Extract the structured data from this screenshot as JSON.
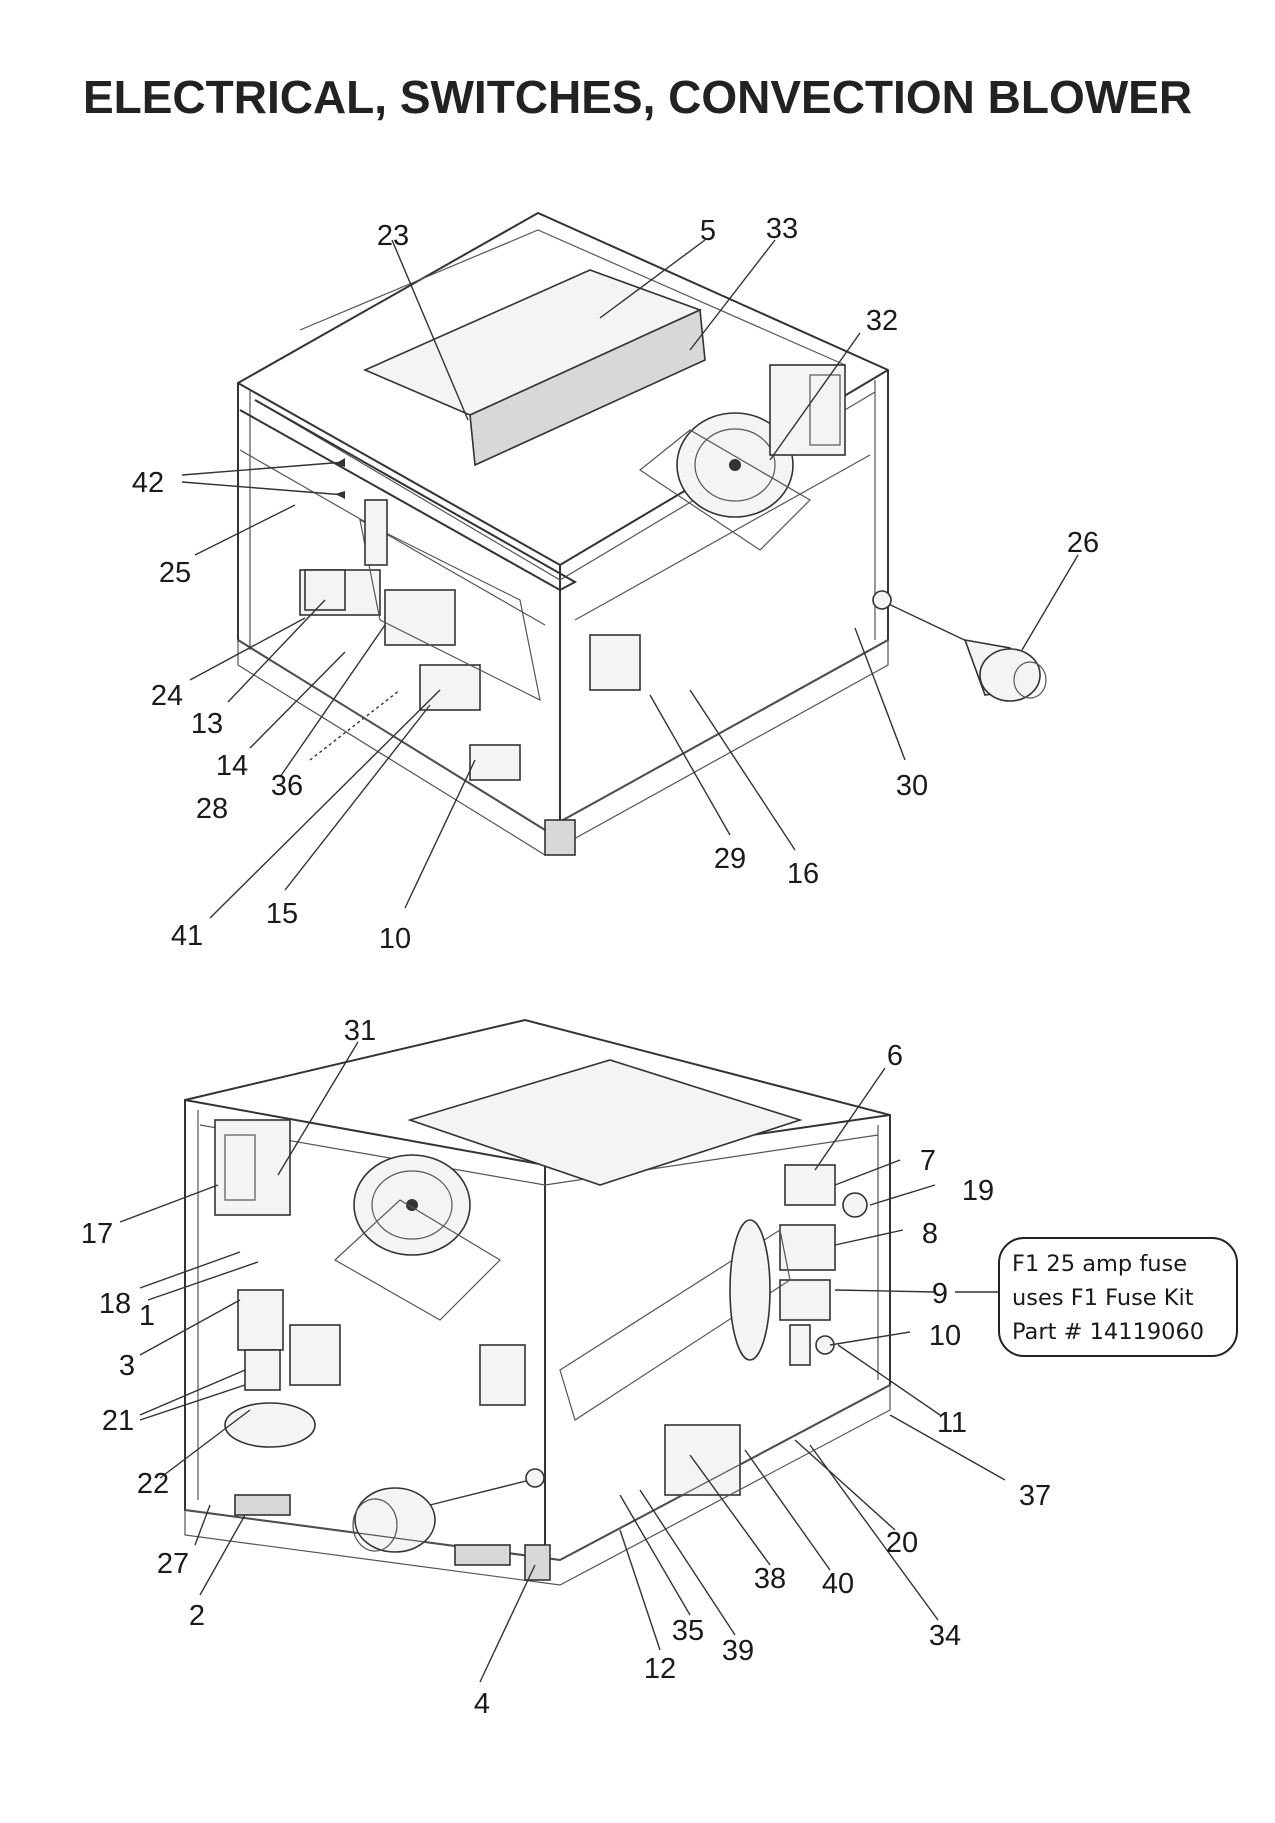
{
  "title": "ELECTRICAL, SWITCHES, CONVECTION BLOWER",
  "top_view": {
    "callouts": [
      "23",
      "5",
      "33",
      "32",
      "42",
      "25",
      "26",
      "24",
      "13",
      "14",
      "36",
      "28",
      "30",
      "29",
      "16",
      "41",
      "15",
      "10"
    ]
  },
  "bottom_view": {
    "callouts": [
      "31",
      "6",
      "7",
      "19",
      "8",
      "17",
      "18",
      "1",
      "9",
      "10",
      "3",
      "11",
      "21",
      "37",
      "22",
      "27",
      "20",
      "38",
      "40",
      "2",
      "35",
      "39",
      "34",
      "12",
      "4"
    ]
  },
  "fuse_note": {
    "line1": "F1 25 amp fuse",
    "line2": "uses F1 Fuse Kit",
    "line3": "Part # 14119060"
  }
}
